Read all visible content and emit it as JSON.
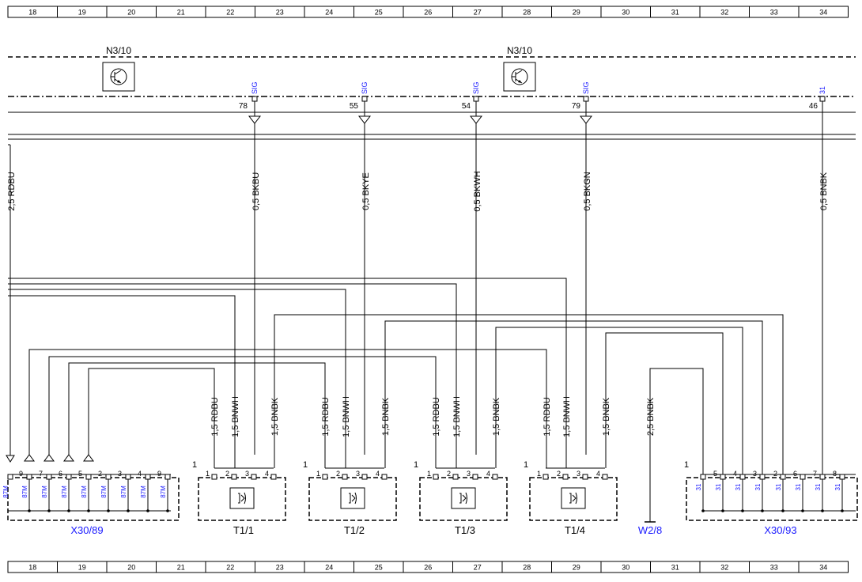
{
  "ruler": {
    "columns": [
      "18",
      "19",
      "20",
      "21",
      "22",
      "23",
      "24",
      "25",
      "26",
      "27",
      "28",
      "29",
      "30",
      "31",
      "32",
      "33",
      "34"
    ]
  },
  "modules": [
    {
      "name": "N3/10"
    },
    {
      "name": "N3/10"
    }
  ],
  "signal_pins": [
    {
      "pin": "78",
      "label": "SIG",
      "wire": "0,5 BKBU"
    },
    {
      "pin": "55",
      "label": "SIG",
      "wire": "0,5 BKYE"
    },
    {
      "pin": "54",
      "label": "SIG",
      "wire": "0,5 BKWH"
    },
    {
      "pin": "79",
      "label": "SIG",
      "wire": "0,5 BKGN"
    },
    {
      "pin": "46",
      "label": "31",
      "wire": "0,5 BNBK"
    }
  ],
  "left_wire": "2,5 RDBU",
  "tweeters": [
    {
      "name": "T1/1",
      "pin_one": "1",
      "pins": [
        "1",
        "2",
        "3",
        "4"
      ],
      "wires": [
        "1,5 RDBU",
        "1,5 BNWH",
        "1,5 BNBK"
      ]
    },
    {
      "name": "T1/2",
      "pin_one": "1",
      "pins": [
        "1",
        "2",
        "3",
        "4"
      ],
      "wires": [
        "1,5 RDBU",
        "1,5 BNWH",
        "1,5 BNBK"
      ]
    },
    {
      "name": "T1/3",
      "pin_one": "1",
      "pins": [
        "1",
        "2",
        "3",
        "4"
      ],
      "wires": [
        "1,5 RDBU",
        "1,5 BNWH",
        "1,5 BNBK"
      ]
    },
    {
      "name": "T1/4",
      "pin_one": "1",
      "pins": [
        "1",
        "2",
        "3",
        "4"
      ],
      "wires": [
        "1,5 RDBU",
        "1,5 BNWH",
        "1,5 BNBK"
      ]
    }
  ],
  "x30_89": {
    "name": "X30/89",
    "pins": [
      "9",
      "7",
      "6",
      "5",
      "2",
      "3",
      "4",
      "9"
    ],
    "labels": [
      "87M",
      "87M",
      "87M",
      "87M",
      "87M",
      "87M",
      "87M",
      "87M",
      "87M"
    ]
  },
  "w2_8": {
    "name": "W2/8",
    "wire": "2,5 BNBK"
  },
  "x30_93": {
    "name": "X30/93",
    "pin_one": "1",
    "pins": [
      "1",
      "5",
      "4",
      "3",
      "2",
      "6",
      "7",
      "8"
    ],
    "labels": [
      "31",
      "31",
      "31",
      "31",
      "31",
      "31",
      "31",
      "31"
    ]
  },
  "colors": {
    "line": "#000000",
    "label": "#1a1aff",
    "ruler": "#000000"
  }
}
